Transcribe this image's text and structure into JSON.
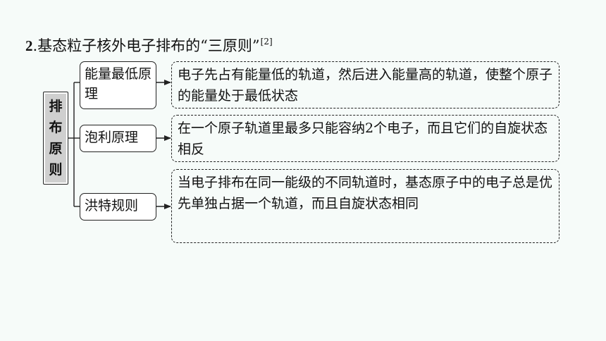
{
  "heading": {
    "number": "2",
    "text": ".基态粒子核外电子排布的“三原则”",
    "ref": "[2]"
  },
  "main_label": [
    "排",
    "布",
    "原",
    "则"
  ],
  "principles": [
    {
      "name": "能量最低原理",
      "description": "电子先占有能量低的轨道，然后进入能量高的轨道，使整个原子的能量处于最低状态"
    },
    {
      "name": "泡利原理",
      "description": "在一个原子轨道里最多只能容纳2个电子，而且它们的自旋状态相反"
    },
    {
      "name": "洪特规则",
      "description": "当电子排布在同一能级的不同轨道时，基态原子中的电子总是优先单独占据一个轨道，而且自旋状态相同"
    }
  ]
}
